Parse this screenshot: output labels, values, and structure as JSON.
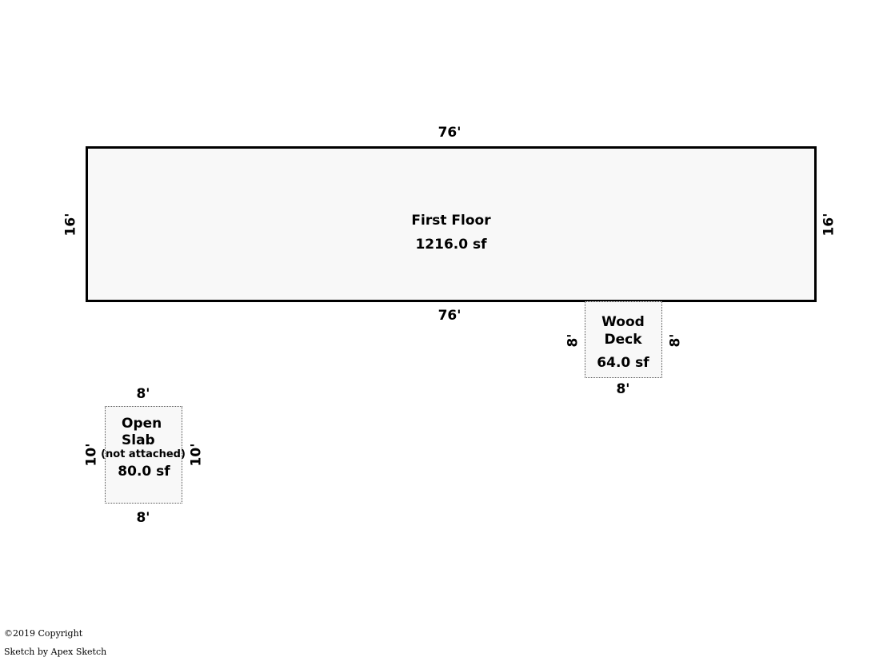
{
  "rooms": {
    "first_floor": {
      "name": "First Floor",
      "area": "1216.0 sf",
      "dims": {
        "top": "76'",
        "bottom": "76'",
        "left": "16'",
        "right": "16'"
      }
    },
    "wood_deck": {
      "name_line1": "Wood",
      "name_line2": "Deck",
      "area": "64.0 sf",
      "dims": {
        "bottom": "8'",
        "left": "8'",
        "right": "8'"
      }
    },
    "open_slab": {
      "name_line1": "Open",
      "name_line2": "Slab",
      "note": "(not attached)",
      "area": "80.0 sf",
      "dims": {
        "top": "8'",
        "bottom": "8'",
        "left": "10'",
        "right": "10'"
      }
    }
  },
  "footer": {
    "copyright": "©2019 Copyright",
    "credit": "Sketch by Apex Sketch"
  }
}
